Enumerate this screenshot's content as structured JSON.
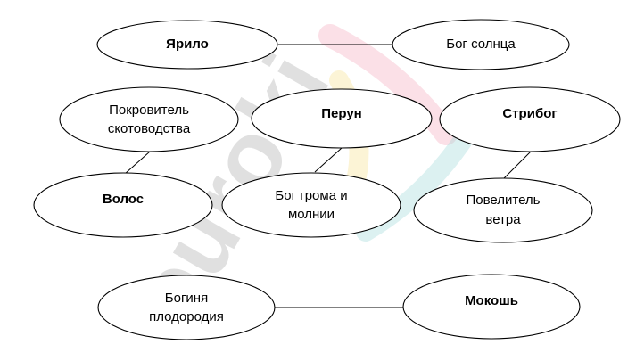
{
  "watermark": {
    "text": "euroki",
    "colors": {
      "text": "#9c9c9c",
      "pink": "#f4a7b9",
      "yellow": "#f7e08a",
      "teal": "#9ad7d8"
    }
  },
  "nodes": {
    "yarilo": {
      "lines": [
        "Ярило"
      ],
      "bold": true
    },
    "sun_god": {
      "lines": [
        "Бог солнца"
      ],
      "bold": false
    },
    "cattle_patron": {
      "lines": [
        "Покровитель",
        "скотоводства"
      ],
      "bold": false
    },
    "perun": {
      "lines": [
        "Перун"
      ],
      "bold": true
    },
    "stribog": {
      "lines": [
        "Стрибог"
      ],
      "bold": true
    },
    "volos": {
      "lines": [
        "Волос"
      ],
      "bold": true
    },
    "thunder_god": {
      "lines": [
        "Бог грома и",
        "молнии"
      ],
      "bold": false
    },
    "wind_lord": {
      "lines": [
        "Повелитель",
        "ветра"
      ],
      "bold": false
    },
    "fertility_goddess": {
      "lines": [
        "Богиня",
        "плодородия"
      ],
      "bold": false
    },
    "mokosh": {
      "lines": [
        "Мокошь"
      ],
      "bold": true
    }
  },
  "edges": [
    [
      "yarilo",
      "sun_god"
    ],
    [
      "cattle_patron",
      "volos"
    ],
    [
      "perun",
      "thunder_god"
    ],
    [
      "stribog",
      "wind_lord"
    ],
    [
      "fertility_goddess",
      "mokosh"
    ]
  ]
}
